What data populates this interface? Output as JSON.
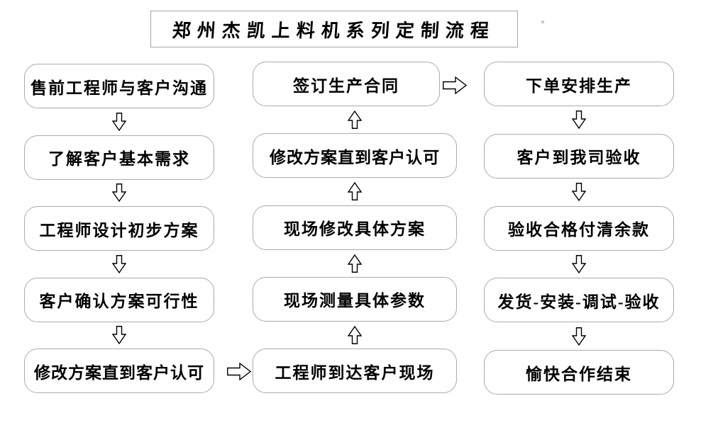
{
  "title": "郑州杰凯上料机系列定制流程",
  "columns": [
    {
      "id": "left",
      "flow_direction": "down",
      "boxes": [
        "售前工程师与客户沟通",
        "了解客户基本需求",
        "工程师设计初步方案",
        "客户确认方案可行性",
        "修改方案直到客户认可"
      ]
    },
    {
      "id": "middle",
      "flow_direction": "up",
      "boxes": [
        "签订生产合同",
        "修改方案直到客户认可",
        "现场修改具体方案",
        "现场测量具体参数",
        "工程师到达客户现场"
      ]
    },
    {
      "id": "right",
      "flow_direction": "down",
      "boxes": [
        "下单安排生产",
        "客户到我司验收",
        "验收合格付清余款",
        "发货-安装-调试-验收",
        "愉快合作结束"
      ]
    }
  ],
  "connectors": {
    "left_column_arrows": "down",
    "middle_column_arrows": "up",
    "right_column_arrows": "down",
    "left_bottom_to_middle_bottom": "right",
    "middle_top_to_right_top": "right"
  },
  "flow_sequence": [
    "售前工程师与客户沟通",
    "了解客户基本需求",
    "工程师设计初步方案",
    "客户确认方案可行性",
    "修改方案直到客户认可",
    "工程师到达客户现场",
    "现场测量具体参数",
    "现场修改具体方案",
    "修改方案直到客户认可",
    "签订生产合同",
    "下单安排生产",
    "客户到我司验收",
    "验收合格付清余款",
    "发货-安装-调试-验收",
    "愉快合作结束"
  ],
  "colors": {
    "background": "#ffffff",
    "box_border": "#ababab",
    "title_border": "#a6a6a6",
    "text": "#000000",
    "arrow_outline": "#000000",
    "arrow_fill": "#ffffff"
  }
}
